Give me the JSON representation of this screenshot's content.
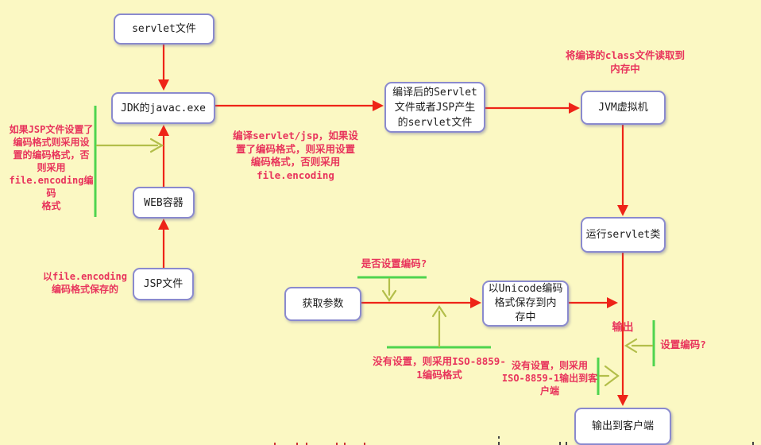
{
  "colors": {
    "bg": "#fbf8c3",
    "box_border": "#8a8ace",
    "red_arrow": "#ee2418",
    "red_text": "#e8345c",
    "green_bar": "#4fd44f",
    "olive_arrow": "#b3be4a"
  },
  "nodes": {
    "servlet_file": {
      "label": "servlet文件"
    },
    "jdk_javac": {
      "label": "JDK的javac.exe"
    },
    "web_container": {
      "label": "WEB容器"
    },
    "jsp_file": {
      "label": "JSP文件"
    },
    "compiled_servlet": {
      "label": "编译后的Servlet\n文件或者JSP产生\n的servlet文件"
    },
    "jvm": {
      "label": "JVM虚拟机"
    },
    "run_servlet": {
      "label": "运行servlet类"
    },
    "get_params": {
      "label": "获取参数"
    },
    "unicode_memory": {
      "label": "以Unicode编码\n格式保存到内\n存中"
    },
    "output_client": {
      "label": "输出到客户端"
    }
  },
  "annotations": {
    "read_class_to_memory": "将编译的class文件读取到\n内存中",
    "compile_note": "编译servlet/jsp，如果设\n置了编码格式，则采用设置\n编码格式，否则采用\nfile.encoding",
    "jsp_encoding_note": "如果JSP文件设置了\n编码格式则采用设\n置的编码格式，否\n则采用\nfile.encoding编码\n格式",
    "file_encoding_saved": "以file.encoding\n编码格式保存的",
    "is_encoding_set_q": "是否设置编码?",
    "no_set_iso_format": "没有设置，则采用ISO-8859-\n1编码格式",
    "no_set_iso_output": "没有设置，则采用\nISO-8859-1输出到客\n户端",
    "output": "输出",
    "encoding_set_q": "设置编码?"
  }
}
